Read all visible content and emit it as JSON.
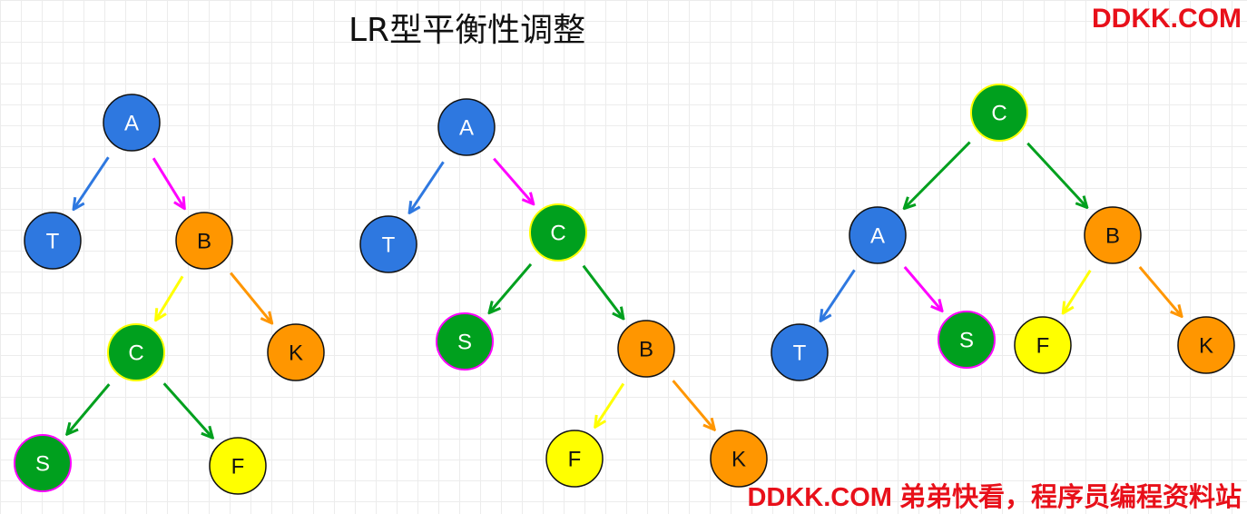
{
  "title": "LR型平衡性调整",
  "watermark_top": "DDKK.COM",
  "watermark_bottom": "DDKK.COM 弟弟快看，程序员编程资料站",
  "colors": {
    "blue": "#2e78e0",
    "orange": "#ff9600",
    "green": "#00a01e",
    "yellow": "#ffff00",
    "magenta": "#ff00ff",
    "watermark": "#e8101a"
  },
  "trees": [
    {
      "nodes": [
        {
          "id": "A",
          "label": "A"
        },
        {
          "id": "T",
          "label": "T"
        },
        {
          "id": "B",
          "label": "B"
        },
        {
          "id": "C",
          "label": "C"
        },
        {
          "id": "K",
          "label": "K"
        },
        {
          "id": "S",
          "label": "S"
        },
        {
          "id": "F",
          "label": "F"
        }
      ],
      "edges": [
        [
          "A",
          "T"
        ],
        [
          "A",
          "B"
        ],
        [
          "B",
          "C"
        ],
        [
          "B",
          "K"
        ],
        [
          "C",
          "S"
        ],
        [
          "C",
          "F"
        ]
      ]
    },
    {
      "nodes": [
        {
          "id": "A",
          "label": "A"
        },
        {
          "id": "T",
          "label": "T"
        },
        {
          "id": "C",
          "label": "C"
        },
        {
          "id": "S",
          "label": "S"
        },
        {
          "id": "B",
          "label": "B"
        },
        {
          "id": "F",
          "label": "F"
        },
        {
          "id": "K",
          "label": "K"
        }
      ],
      "edges": [
        [
          "A",
          "T"
        ],
        [
          "A",
          "C"
        ],
        [
          "C",
          "S"
        ],
        [
          "C",
          "B"
        ],
        [
          "B",
          "F"
        ],
        [
          "B",
          "K"
        ]
      ]
    },
    {
      "nodes": [
        {
          "id": "C",
          "label": "C"
        },
        {
          "id": "A",
          "label": "A"
        },
        {
          "id": "B",
          "label": "B"
        },
        {
          "id": "T",
          "label": "T"
        },
        {
          "id": "S",
          "label": "S"
        },
        {
          "id": "F",
          "label": "F"
        },
        {
          "id": "K",
          "label": "K"
        }
      ],
      "edges": [
        [
          "C",
          "A"
        ],
        [
          "C",
          "B"
        ],
        [
          "A",
          "T"
        ],
        [
          "A",
          "S"
        ],
        [
          "B",
          "F"
        ],
        [
          "B",
          "K"
        ]
      ]
    }
  ]
}
